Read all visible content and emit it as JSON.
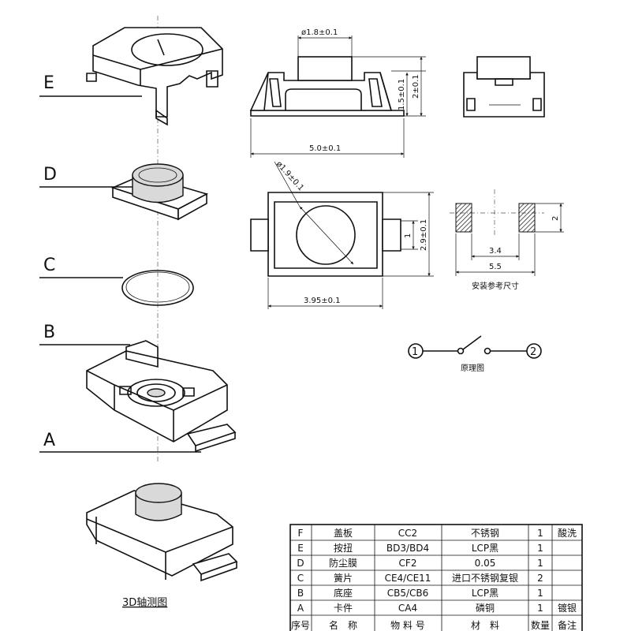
{
  "part_labels": [
    "E",
    "D",
    "C",
    "B",
    "A"
  ],
  "dimensions": {
    "button_dia": "ø1.8±0.1",
    "height_body": "1.5±0.1",
    "height_total": "2±0.1",
    "length": "5.0±0.1",
    "button_dia_top": "ø1.9±0.1",
    "width": "2.9±0.1",
    "terminal": "1",
    "body_length": "3.95±0.1",
    "pad_height": "2",
    "pad_gap": "3.4",
    "pad_span": "5.5"
  },
  "mounting_caption": "安装参考尺寸",
  "schematic": {
    "pin1": "1",
    "pin2": "2",
    "caption": "原理图"
  },
  "view_caption": "3D轴测图",
  "bom": {
    "rows": [
      {
        "no": "F",
        "name": "盖板",
        "code": "CC2",
        "material": "不锈钢",
        "qty": "1",
        "note": "酸洗"
      },
      {
        "no": "E",
        "name": "按扭",
        "code": "BD3/BD4",
        "material": "LCP黑",
        "qty": "1",
        "note": ""
      },
      {
        "no": "D",
        "name": "防尘膜",
        "code": "CF2",
        "material": "0.05",
        "qty": "1",
        "note": ""
      },
      {
        "no": "C",
        "name": "簧片",
        "code": "CE4/CE11",
        "material": "进口不锈钢复银",
        "qty": "2",
        "note": ""
      },
      {
        "no": "B",
        "name": "底座",
        "code": "CB5/CB6",
        "material": "LCP黑",
        "qty": "1",
        "note": ""
      },
      {
        "no": "A",
        "name": "卡件",
        "code": "CA4",
        "material": "磷铜",
        "qty": "1",
        "note": "镀银"
      }
    ],
    "header": {
      "no": "序号",
      "name": "名　称",
      "code": "物 料 号",
      "material": "材　料",
      "qty": "数量",
      "note": "备注"
    }
  }
}
